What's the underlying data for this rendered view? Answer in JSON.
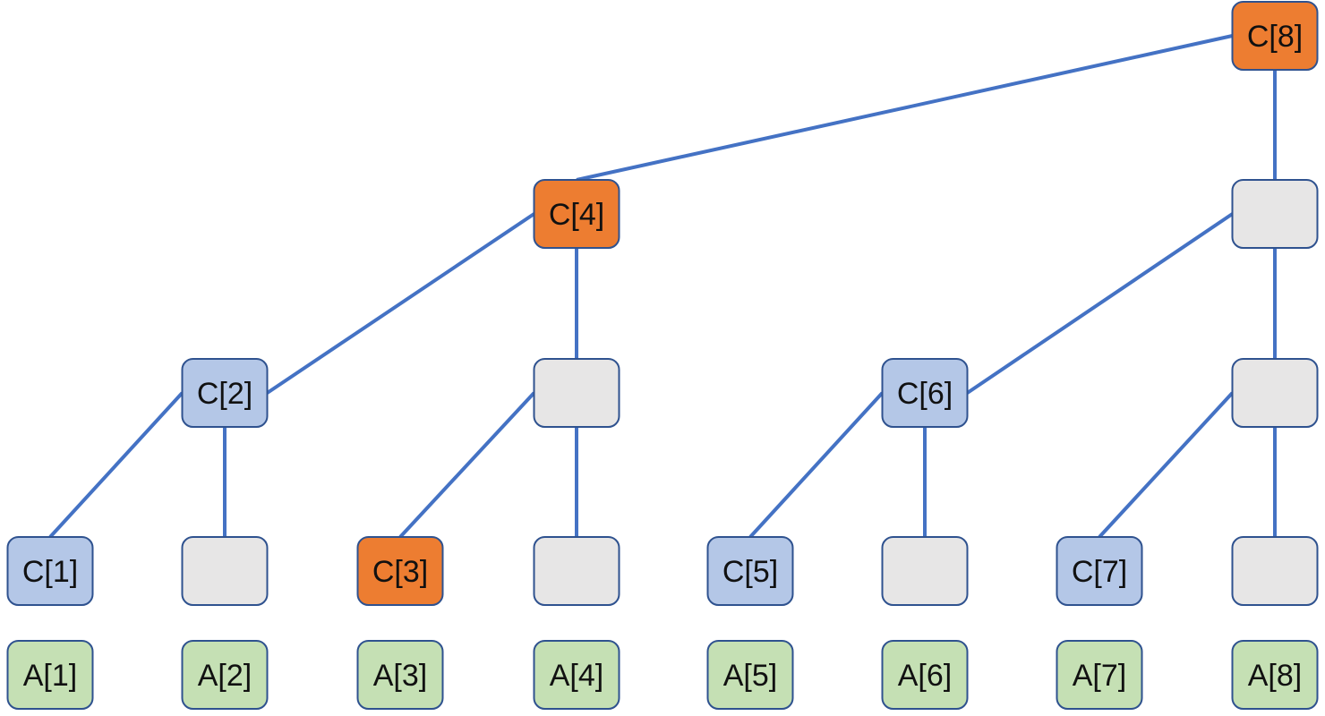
{
  "palette": {
    "highlight": "#ed7d31",
    "chosen": "#b4c7e7",
    "empty": "#e7e6e6",
    "array": "#c5e0b4",
    "edge": "#4472c4",
    "border": "#2f528f"
  },
  "nodes": [
    {
      "id": "c8",
      "label": "C[8]",
      "style": "highlight"
    },
    {
      "id": "c4",
      "label": "C[4]",
      "style": "highlight"
    },
    {
      "id": "r2n2",
      "label": "",
      "style": "empty"
    },
    {
      "id": "c2",
      "label": "C[2]",
      "style": "chosen"
    },
    {
      "id": "r3n2",
      "label": "",
      "style": "empty"
    },
    {
      "id": "c6",
      "label": "C[6]",
      "style": "chosen"
    },
    {
      "id": "r3n4",
      "label": "",
      "style": "empty"
    },
    {
      "id": "c1",
      "label": "C[1]",
      "style": "chosen"
    },
    {
      "id": "r4n2",
      "label": "",
      "style": "empty"
    },
    {
      "id": "c3",
      "label": "C[3]",
      "style": "highlight"
    },
    {
      "id": "r4n4",
      "label": "",
      "style": "empty"
    },
    {
      "id": "c5",
      "label": "C[5]",
      "style": "chosen"
    },
    {
      "id": "r4n6",
      "label": "",
      "style": "empty"
    },
    {
      "id": "c7",
      "label": "C[7]",
      "style": "chosen"
    },
    {
      "id": "r4n8",
      "label": "",
      "style": "empty"
    },
    {
      "id": "a1",
      "label": "A[1]",
      "style": "array"
    },
    {
      "id": "a2",
      "label": "A[2]",
      "style": "array"
    },
    {
      "id": "a3",
      "label": "A[3]",
      "style": "array"
    },
    {
      "id": "a4",
      "label": "A[4]",
      "style": "array"
    },
    {
      "id": "a5",
      "label": "A[5]",
      "style": "array"
    },
    {
      "id": "a6",
      "label": "A[6]",
      "style": "array"
    },
    {
      "id": "a7",
      "label": "A[7]",
      "style": "array"
    },
    {
      "id": "a8",
      "label": "A[8]",
      "style": "array"
    }
  ],
  "edges": [
    {
      "from": "c8",
      "to": "c4"
    },
    {
      "from": "c8",
      "to": "r2n2"
    },
    {
      "from": "c4",
      "to": "c2"
    },
    {
      "from": "c4",
      "to": "r3n2"
    },
    {
      "from": "r2n2",
      "to": "c6"
    },
    {
      "from": "r2n2",
      "to": "r3n4"
    },
    {
      "from": "c2",
      "to": "c1"
    },
    {
      "from": "c2",
      "to": "r4n2"
    },
    {
      "from": "r3n2",
      "to": "c3"
    },
    {
      "from": "r3n2",
      "to": "r4n4"
    },
    {
      "from": "c6",
      "to": "c5"
    },
    {
      "from": "c6",
      "to": "r4n6"
    },
    {
      "from": "r3n4",
      "to": "c7"
    },
    {
      "from": "r3n4",
      "to": "r4n8"
    }
  ]
}
